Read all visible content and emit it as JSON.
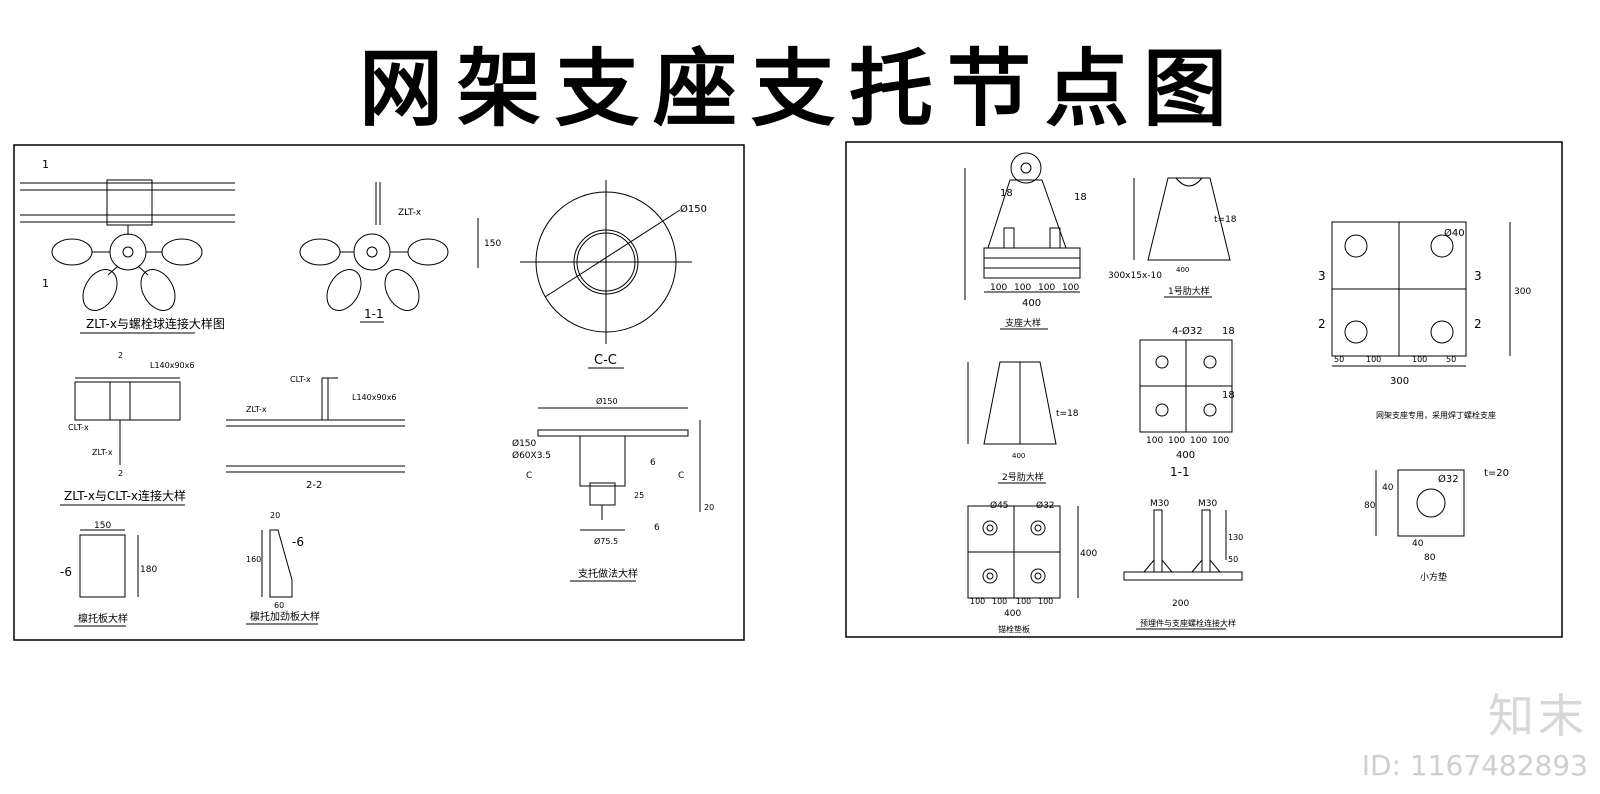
{
  "title": "网架支座支托节点图",
  "left_sheet": {
    "detail_zlt": "ZLT-x与螺栓球连接大样图",
    "section_1_1": "1-1",
    "section_cc": "C-C",
    "dia_150": "Ø150",
    "detail_zlt_clt": "ZLT-x与CLT-x连接大样",
    "section_2_2": "2-2",
    "angle_label": "L140x90x6",
    "zlt_tag": "ZLT-x",
    "clt_tag": "CLT-x",
    "tube_label": "Ø60X3.5",
    "tube_outer": "Ø150",
    "base_dim": "Ø75.5",
    "support_detail": "支托做法大样",
    "plate_detail": "檩托板大样",
    "rib_detail": "檩托加劲板大样",
    "plate_w": "150",
    "plate_h": "180",
    "plate_t": "-6",
    "rib_t": "-6",
    "rib_w": "60",
    "rib_h": "160",
    "rib_top": "20",
    "dim_150": "150",
    "weld_6": "6",
    "weld_6b": "6",
    "dim_25": "25",
    "dim_20": "20",
    "c_left": "C",
    "c_right": "C",
    "one": "1",
    "two": "2"
  },
  "right_sheet": {
    "support_detail": "支座大样",
    "dims_row": [
      "100",
      "100",
      "100",
      "100"
    ],
    "total_400": "400",
    "rib_1": "1号肋大样",
    "rib_2": "2号肋大样",
    "t18": "t=18",
    "t18b": "t=18",
    "plate_spec": "300x15x-10",
    "sec_1_1": "1-1",
    "bolt_4": "4-Ø32",
    "dims_18": "18",
    "base_300": "300",
    "base_row": [
      "50",
      "100",
      "100",
      "50"
    ],
    "bolt_40": "Ø40",
    "base_note": "网架支座专用，采用焊丁螺栓支座",
    "small_plate": "小方垫",
    "t20": "t=20",
    "d32": "Ø32",
    "d80": "80",
    "d40": "40",
    "m30a": "M30",
    "m30b": "M30",
    "dim_200": "200",
    "dim_130": "130",
    "dim_50": "50",
    "anchor_plate": "锚栓垫板",
    "anchor_detail": "预埋件与支座螺栓连接大样",
    "d45": "Ø45",
    "d32b": "Ø32",
    "label_3": "3",
    "label_2": "2"
  },
  "watermark": {
    "brand": "知末",
    "id": "ID: 1167482893"
  }
}
